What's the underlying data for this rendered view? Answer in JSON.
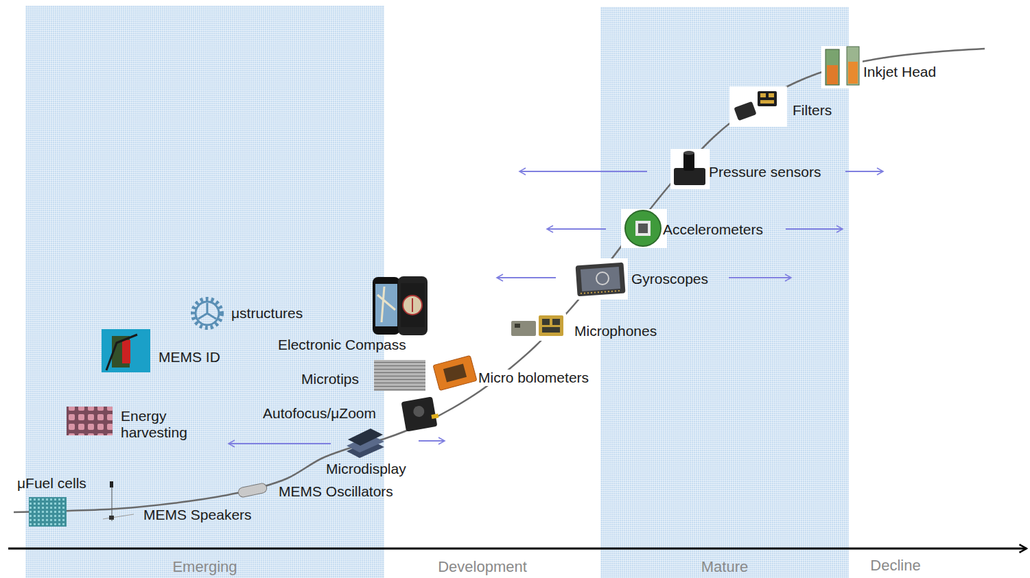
{
  "diagram": {
    "nodes": [
      {
        "text": [
          "Emerging"
        ]
      },
      {
        "text": [
          "Mature"
        ]
      }
    ],
    "labels": [
      "Inkjet Head",
      "Filters",
      "Pressure sensors",
      "Accelerometers",
      "Gyroscopes",
      "μstructures",
      "Microphones",
      "Electronic Compass",
      "MEMS ID",
      "Micro bolometers",
      "Microtips",
      "Energy harvesting",
      "Autofocus/μZoom",
      "Microdisplay",
      "μFuel cells",
      "MEMS Oscillators",
      "MEMS Speakers",
      "Development",
      "Decline"
    ]
  }
}
